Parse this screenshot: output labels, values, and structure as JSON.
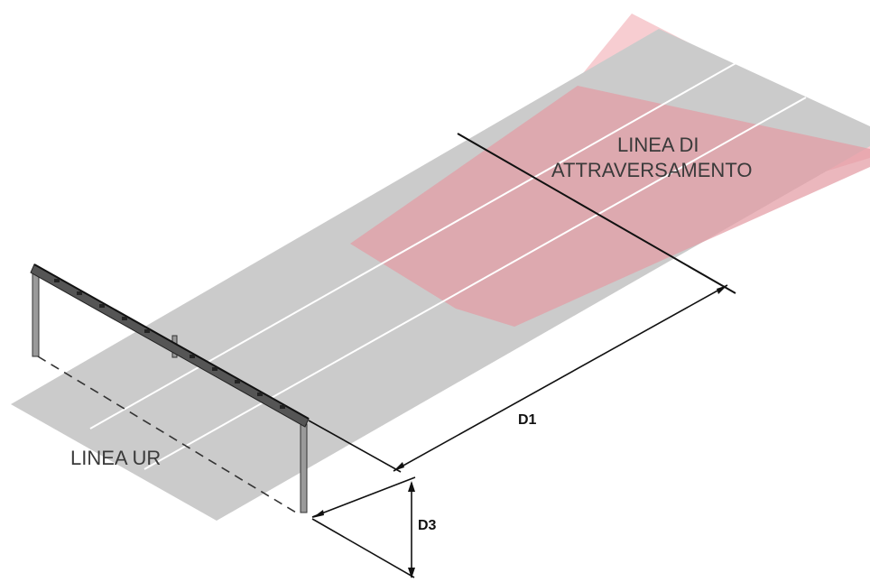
{
  "labels": {
    "crossing_line_1": "LINEA DI",
    "crossing_line_2": "ATTRAVERSAMENTO",
    "ur_line": "LINEA UR",
    "d1": "D1",
    "d3": "D3"
  },
  "colors": {
    "road": "#cbcbcb",
    "detection_zone": "#e8a0a8",
    "detection_zone_light": "#f6c4c9",
    "lane_marking": "#ffffff",
    "structure": "#2a2a2a",
    "dimension_line": "#111111"
  }
}
